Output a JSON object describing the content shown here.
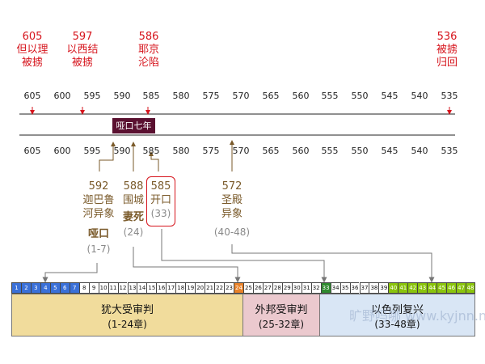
{
  "top_events": [
    {
      "year": "605",
      "l1": "但以理",
      "l2": "被掳"
    },
    {
      "year": "597",
      "l1": "以西结",
      "l2": "被掳"
    },
    {
      "year": "586",
      "l1": "耶京",
      "l2": "沦陷"
    },
    {
      "year": "536",
      "l1": "被掳",
      "l2": "归回"
    }
  ],
  "ticks": [
    "605",
    "600",
    "595",
    "590",
    "585",
    "580",
    "575",
    "570",
    "565",
    "560",
    "555",
    "550",
    "545",
    "540",
    "535"
  ],
  "dumb_label": "哑口七年",
  "bottom_events": [
    {
      "year": "592",
      "l1": "迦巴鲁",
      "l2": "河异象",
      "l3": "哑口",
      "range": "(1-7)"
    },
    {
      "year": "588",
      "l1": "围城",
      "l2": "妻死",
      "range": "(24)"
    },
    {
      "year": "585",
      "l1": "开口",
      "range": "(33)"
    },
    {
      "year": "572",
      "l1": "圣殿",
      "l2": "异象",
      "range": "(40-48)"
    }
  ],
  "sections": [
    {
      "name": "犹大受审判",
      "chapters": "(1-24章)"
    },
    {
      "name": "外邦受审判",
      "chapters": "(25-32章)"
    },
    {
      "name": "以色列复兴",
      "chapters": "(33-48章)"
    }
  ],
  "chapters": [
    "1",
    "2",
    "3",
    "4",
    "5",
    "6",
    "7",
    "8",
    "9",
    "10",
    "11",
    "12",
    "13",
    "14",
    "15",
    "16",
    "17",
    "18",
    "19",
    "20",
    "21",
    "22",
    "23",
    "24",
    "25",
    "26",
    "27",
    "28",
    "29",
    "30",
    "31",
    "32",
    "33",
    "34",
    "35",
    "36",
    "37",
    "38",
    "39",
    "40",
    "41",
    "42",
    "43",
    "44",
    "45",
    "46",
    "47",
    "48"
  ],
  "watermark": "旷野吗哪 www.kyjnn.net",
  "colors": {
    "red": "#d6141c",
    "brown": "#7a5a2a",
    "dark": "#5a1030",
    "blue": "#3a70d8",
    "orange": "#e8822a",
    "green": "#2f8a2f",
    "lime": "#8ac40c",
    "tan": "#f1dc9c",
    "pink": "#ebc9ce",
    "lightblue": "#d9e6f5"
  }
}
